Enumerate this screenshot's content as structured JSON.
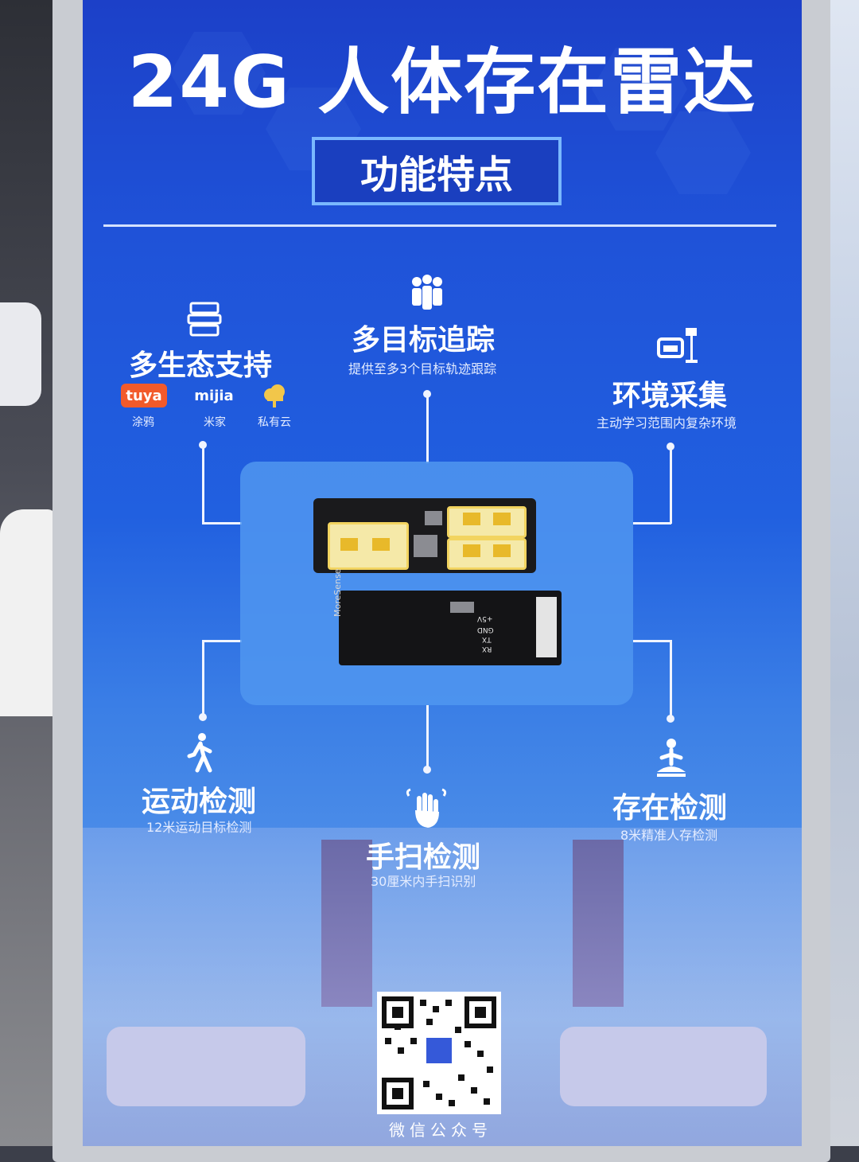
{
  "title": "24G 人体存在雷达",
  "subtitle": "功能特点",
  "board_text": "MoreSense",
  "board_pins": [
    "+5V",
    "GND",
    "TX",
    "RX"
  ],
  "features": {
    "ecosystem": {
      "title": "多生态支持",
      "logos": [
        {
          "text": "tuya",
          "label": "涂鸦"
        },
        {
          "text": "mijia",
          "label": "米家"
        },
        {
          "text": "",
          "label": "私有云"
        }
      ]
    },
    "multi_target": {
      "title": "多目标追踪",
      "desc": "提供至多3个目标轨迹跟踪"
    },
    "environment": {
      "title": "环境采集",
      "desc": "主动学习范围内复杂环境"
    },
    "motion": {
      "title": "运动检测",
      "desc": "12米运动目标检测"
    },
    "gesture": {
      "title": "手扫检测",
      "desc": "30厘米内手扫识别"
    },
    "presence": {
      "title": "存在检测",
      "desc": "8米精准人存检测"
    }
  },
  "qr_caption": "微信公众号",
  "colors": {
    "panel": "#1f52d8",
    "accent": "#7ab8ff",
    "tuya": "#f25a2a",
    "cloud": "#f2c64a"
  }
}
